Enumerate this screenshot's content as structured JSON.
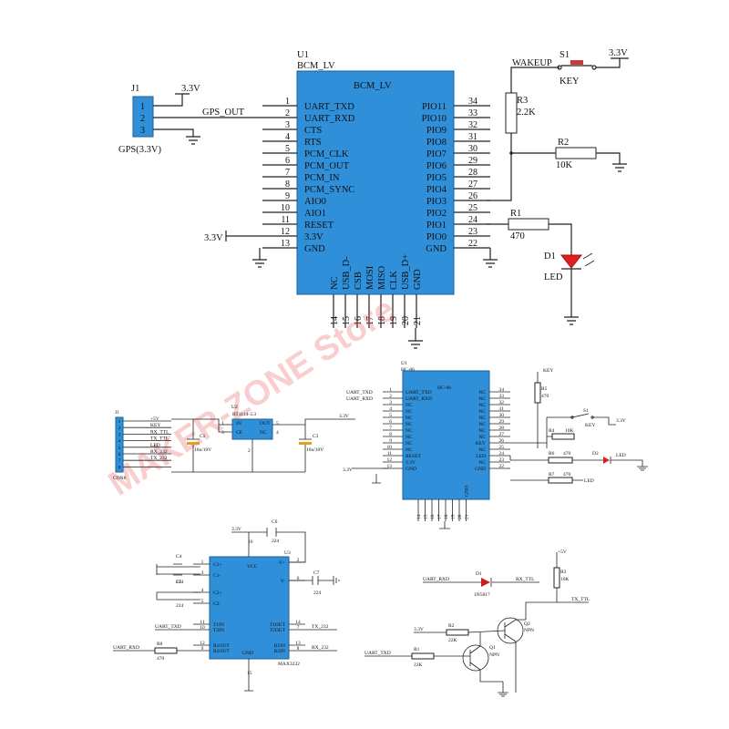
{
  "watermark": "MAKER-ZONE Store",
  "top": {
    "u1_ref": "U1",
    "u1_value": "BCM_LV",
    "u1_inner": "BCM_LV",
    "left_pins": [
      {
        "num": "1",
        "name": "UART_TXD"
      },
      {
        "num": "2",
        "name": "UART_RXD"
      },
      {
        "num": "3",
        "name": "CTS"
      },
      {
        "num": "4",
        "name": "RTS"
      },
      {
        "num": "5",
        "name": "PCM_CLK"
      },
      {
        "num": "6",
        "name": "PCM_OUT"
      },
      {
        "num": "7",
        "name": "PCM_IN"
      },
      {
        "num": "8",
        "name": "PCM_SYNC"
      },
      {
        "num": "9",
        "name": "AIO0"
      },
      {
        "num": "10",
        "name": "AIO1"
      },
      {
        "num": "11",
        "name": "RESET"
      },
      {
        "num": "12",
        "name": "3.3V"
      },
      {
        "num": "13",
        "name": "GND"
      }
    ],
    "right_pins": [
      {
        "num": "34",
        "name": "PIO11"
      },
      {
        "num": "33",
        "name": "PIO10"
      },
      {
        "num": "32",
        "name": "PIO9"
      },
      {
        "num": "31",
        "name": "PIO8"
      },
      {
        "num": "30",
        "name": "PIO7"
      },
      {
        "num": "29",
        "name": "PIO6"
      },
      {
        "num": "28",
        "name": "PIO5"
      },
      {
        "num": "27",
        "name": "PIO4"
      },
      {
        "num": "26",
        "name": "PIO3"
      },
      {
        "num": "25",
        "name": "PIO2"
      },
      {
        "num": "24",
        "name": "PIO1"
      },
      {
        "num": "23",
        "name": "PIO0"
      },
      {
        "num": "22",
        "name": "GND"
      }
    ],
    "bottom_pins": [
      {
        "num": "14",
        "name": "NC"
      },
      {
        "num": "15",
        "name": "USB_D-"
      },
      {
        "num": "16",
        "name": "CSB"
      },
      {
        "num": "17",
        "name": "MOSI"
      },
      {
        "num": "18",
        "name": "MISO"
      },
      {
        "num": "19",
        "name": "CLK"
      },
      {
        "num": "20",
        "name": "USB_D+"
      },
      {
        "num": "21",
        "name": "GND"
      }
    ],
    "j1_ref": "J1",
    "j1_pins": [
      "1",
      "2",
      "3"
    ],
    "j1_label": "GPS(3.3V)",
    "j1_vcc": "3.3V",
    "gps_out": "GPS_OUT",
    "vcc_left": "3.3V",
    "s1_ref": "S1",
    "s1_net": "WAKEUP",
    "s1_vcc": "3.3V",
    "s1_label": "KEY",
    "r3_ref": "R3",
    "r3_val": "2.2K",
    "r2_ref": "R2",
    "r2_val": "10K",
    "r1_ref": "R1",
    "r1_val": "470",
    "d1_ref": "D1",
    "d1_label": "LED"
  },
  "mid_left": {
    "j1_ref": "J1",
    "j1_label": "CON8",
    "pins": [
      "1",
      "2",
      "3",
      "4",
      "5",
      "6",
      "7",
      "8"
    ],
    "nets": [
      "+5V",
      "KEY",
      "RX_TTL",
      "TX_TTL",
      "LED",
      "RX_232",
      "TX_232",
      ""
    ],
    "u2_ref": "U2",
    "u2_val": "RT1114-3.3",
    "u2_pins": [
      "IN",
      "CE",
      "OUT",
      "NC"
    ],
    "u2_nums": [
      "1",
      "3",
      "2",
      "5",
      "4"
    ],
    "c1_ref": "C1",
    "c1_val": "10u/10V",
    "c3_ref": "C3",
    "c3_val": "10u/10V",
    "out_net": "3.3V"
  },
  "mid_right": {
    "u1_ref": "U1",
    "u1_val": "HC-06",
    "inner": "HC-06",
    "left_pins": [
      {
        "num": "1",
        "name": "UART_TXD"
      },
      {
        "num": "2",
        "name": "UART_RXD"
      },
      {
        "num": "3",
        "name": "NC"
      },
      {
        "num": "4",
        "name": "NC"
      },
      {
        "num": "5",
        "name": "NC"
      },
      {
        "num": "6",
        "name": "NC"
      },
      {
        "num": "7",
        "name": "NC"
      },
      {
        "num": "8",
        "name": "NC"
      },
      {
        "num": "9",
        "name": "NC"
      },
      {
        "num": "10",
        "name": "NC"
      },
      {
        "num": "11",
        "name": "RESET"
      },
      {
        "num": "12",
        "name": "3.3V"
      },
      {
        "num": "13",
        "name": "GND"
      }
    ],
    "right_pins": [
      {
        "num": "34",
        "name": "NC"
      },
      {
        "num": "33",
        "name": "NC"
      },
      {
        "num": "32",
        "name": "NC"
      },
      {
        "num": "31",
        "name": "NC"
      },
      {
        "num": "30",
        "name": "NC"
      },
      {
        "num": "29",
        "name": "NC"
      },
      {
        "num": "28",
        "name": "NC"
      },
      {
        "num": "27",
        "name": "NC"
      },
      {
        "num": "26",
        "name": "KEY"
      },
      {
        "num": "25",
        "name": "NC"
      },
      {
        "num": "24",
        "name": "LED"
      },
      {
        "num": "23",
        "name": "NC"
      },
      {
        "num": "22",
        "name": "GND"
      }
    ],
    "bottom_nums": [
      "14",
      "15",
      "16",
      "17",
      "18",
      "19",
      "20",
      "21"
    ],
    "bottom_names": [
      "",
      "",
      "",
      "",
      "",
      "",
      "",
      "GND"
    ],
    "txd_net": "UART_TXD",
    "rxd_net": "UART_RXD",
    "vcc_net": "3.3V",
    "key_top": "KEY",
    "r5_ref": "R5",
    "r5_val": "470",
    "s1_ref": "S1",
    "s1_label": "KEY",
    "s1_vcc": "3.3V",
    "r4_ref": "R4",
    "r4_val": "10K",
    "r6_ref": "R6",
    "r6_val": "470",
    "d2_ref": "D2",
    "d2_label": "LED",
    "r7_ref": "R7",
    "r7_val": "470",
    "led_net": "LED"
  },
  "bottom_left": {
    "vcc": "3.3V",
    "c6_ref": "C6",
    "c6_val": "224",
    "u3_ref": "U3",
    "u3_val": "MAX3232",
    "c4_ref": "C4",
    "c4_val": "224",
    "c5_ref": "C5",
    "c5_val": "224",
    "c7_ref": "C7",
    "c7_val": "224",
    "left_pins": [
      {
        "num": "1",
        "name": "C1+"
      },
      {
        "num": "3",
        "name": "C1-"
      },
      {
        "num": "4",
        "name": "C2+"
      },
      {
        "num": "5",
        "name": "C2-"
      },
      {
        "num": "11",
        "name": "T1IN"
      },
      {
        "num": "10",
        "name": "T2IN"
      },
      {
        "num": "12",
        "name": "R1OUT"
      },
      {
        "num": "9",
        "name": "R2OUT"
      }
    ],
    "right_pins": [
      {
        "num": "2",
        "name": "V+"
      },
      {
        "num": "6",
        "name": "V-"
      },
      {
        "num": "14",
        "name": "T1OUT"
      },
      {
        "num": "7",
        "name": "T2OUT"
      },
      {
        "num": "13",
        "name": "R1IN"
      },
      {
        "num": "8",
        "name": "R2IN"
      }
    ],
    "vcc_pin": "VCC",
    "vcc_num": "16",
    "gnd_pin": "GND",
    "gnd_num": "15",
    "uart_txd": "UART_TXD",
    "uart_rxd": "UART_RXD",
    "r8_ref": "R8",
    "r8_val": "470",
    "tx232": "TX_232",
    "rx232": "RX_232"
  },
  "bottom_right": {
    "d1_ref": "D1",
    "d1_val": "1N5817",
    "uart_rxd": "UART_RXD",
    "rx_ttl": "RX_TTL",
    "vcc": "+5V",
    "r3_ref": "R3",
    "r3_val": "10K",
    "tx_ttl": "TX_TTL",
    "q2_ref": "Q2",
    "q2_type": "NPN",
    "q1_ref": "Q1",
    "q1_type": "NPN",
    "r2_ref": "R2",
    "r2_val": "22K",
    "r1_ref": "R1",
    "r1_val": "22K",
    "v33": "3.3V",
    "uart_txd": "UART_TXD"
  }
}
